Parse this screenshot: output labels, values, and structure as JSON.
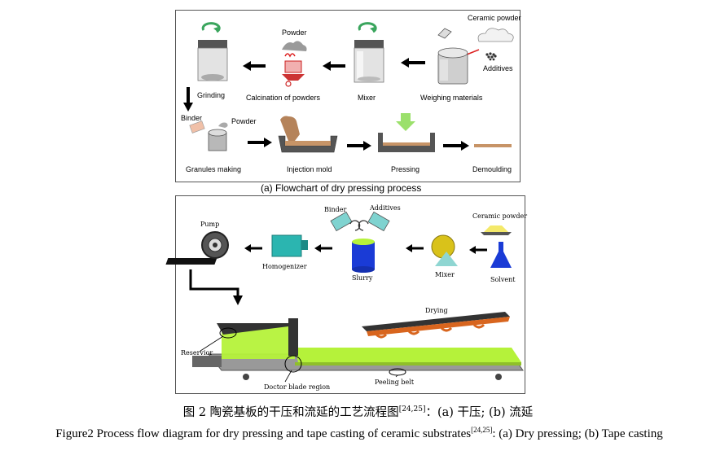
{
  "panel_a": {
    "caption": "(a) Flowchart of dry pressing process",
    "labels": {
      "ceramic_powder": "Ceramic powder",
      "additives": "Additives",
      "weighing": "Weighing materials",
      "mixer": "Mixer",
      "powder_top": "Powder",
      "calcination": "Calcination of powders",
      "grinding": "Grinding",
      "binder": "Binder",
      "powder_mid": "Powder",
      "granules": "Granules making",
      "injection": "Injection mold",
      "pressing": "Pressing",
      "demoulding": "Demoulding"
    }
  },
  "panel_b": {
    "labels": {
      "pump": "Pump",
      "binder": "Binder",
      "additives": "Additives",
      "ceramic_powder": "Ceramic powder",
      "homogenizer": "Homogenizer",
      "slurry": "Slurry",
      "mixer": "Mixer",
      "solvent": "Solvent",
      "drying": "Drying",
      "reservior": "Reservior",
      "doctor_blade": "Doctor blade region",
      "peeling_belt": "Peeling belt"
    }
  },
  "caption": {
    "cn_main": "图 2 陶瓷基板的干压和流延的工艺流程图",
    "cn_ref": "[24,25]",
    "cn_tail": "：(a) 干压; (b) 流延",
    "en_main": "Figure2 Process flow diagram for dry pressing and tape casting of ceramic substrates",
    "en_ref": "[24,25]",
    "en_tail": ": (a) Dry pressing; (b) Tape casting"
  },
  "colors": {
    "green_tape": "#b5f23a",
    "blue_slurry": "#1a3bd6",
    "teal": "#2bb5b0",
    "orange_dryer": "#d8651e",
    "sand": "#b5835a"
  }
}
